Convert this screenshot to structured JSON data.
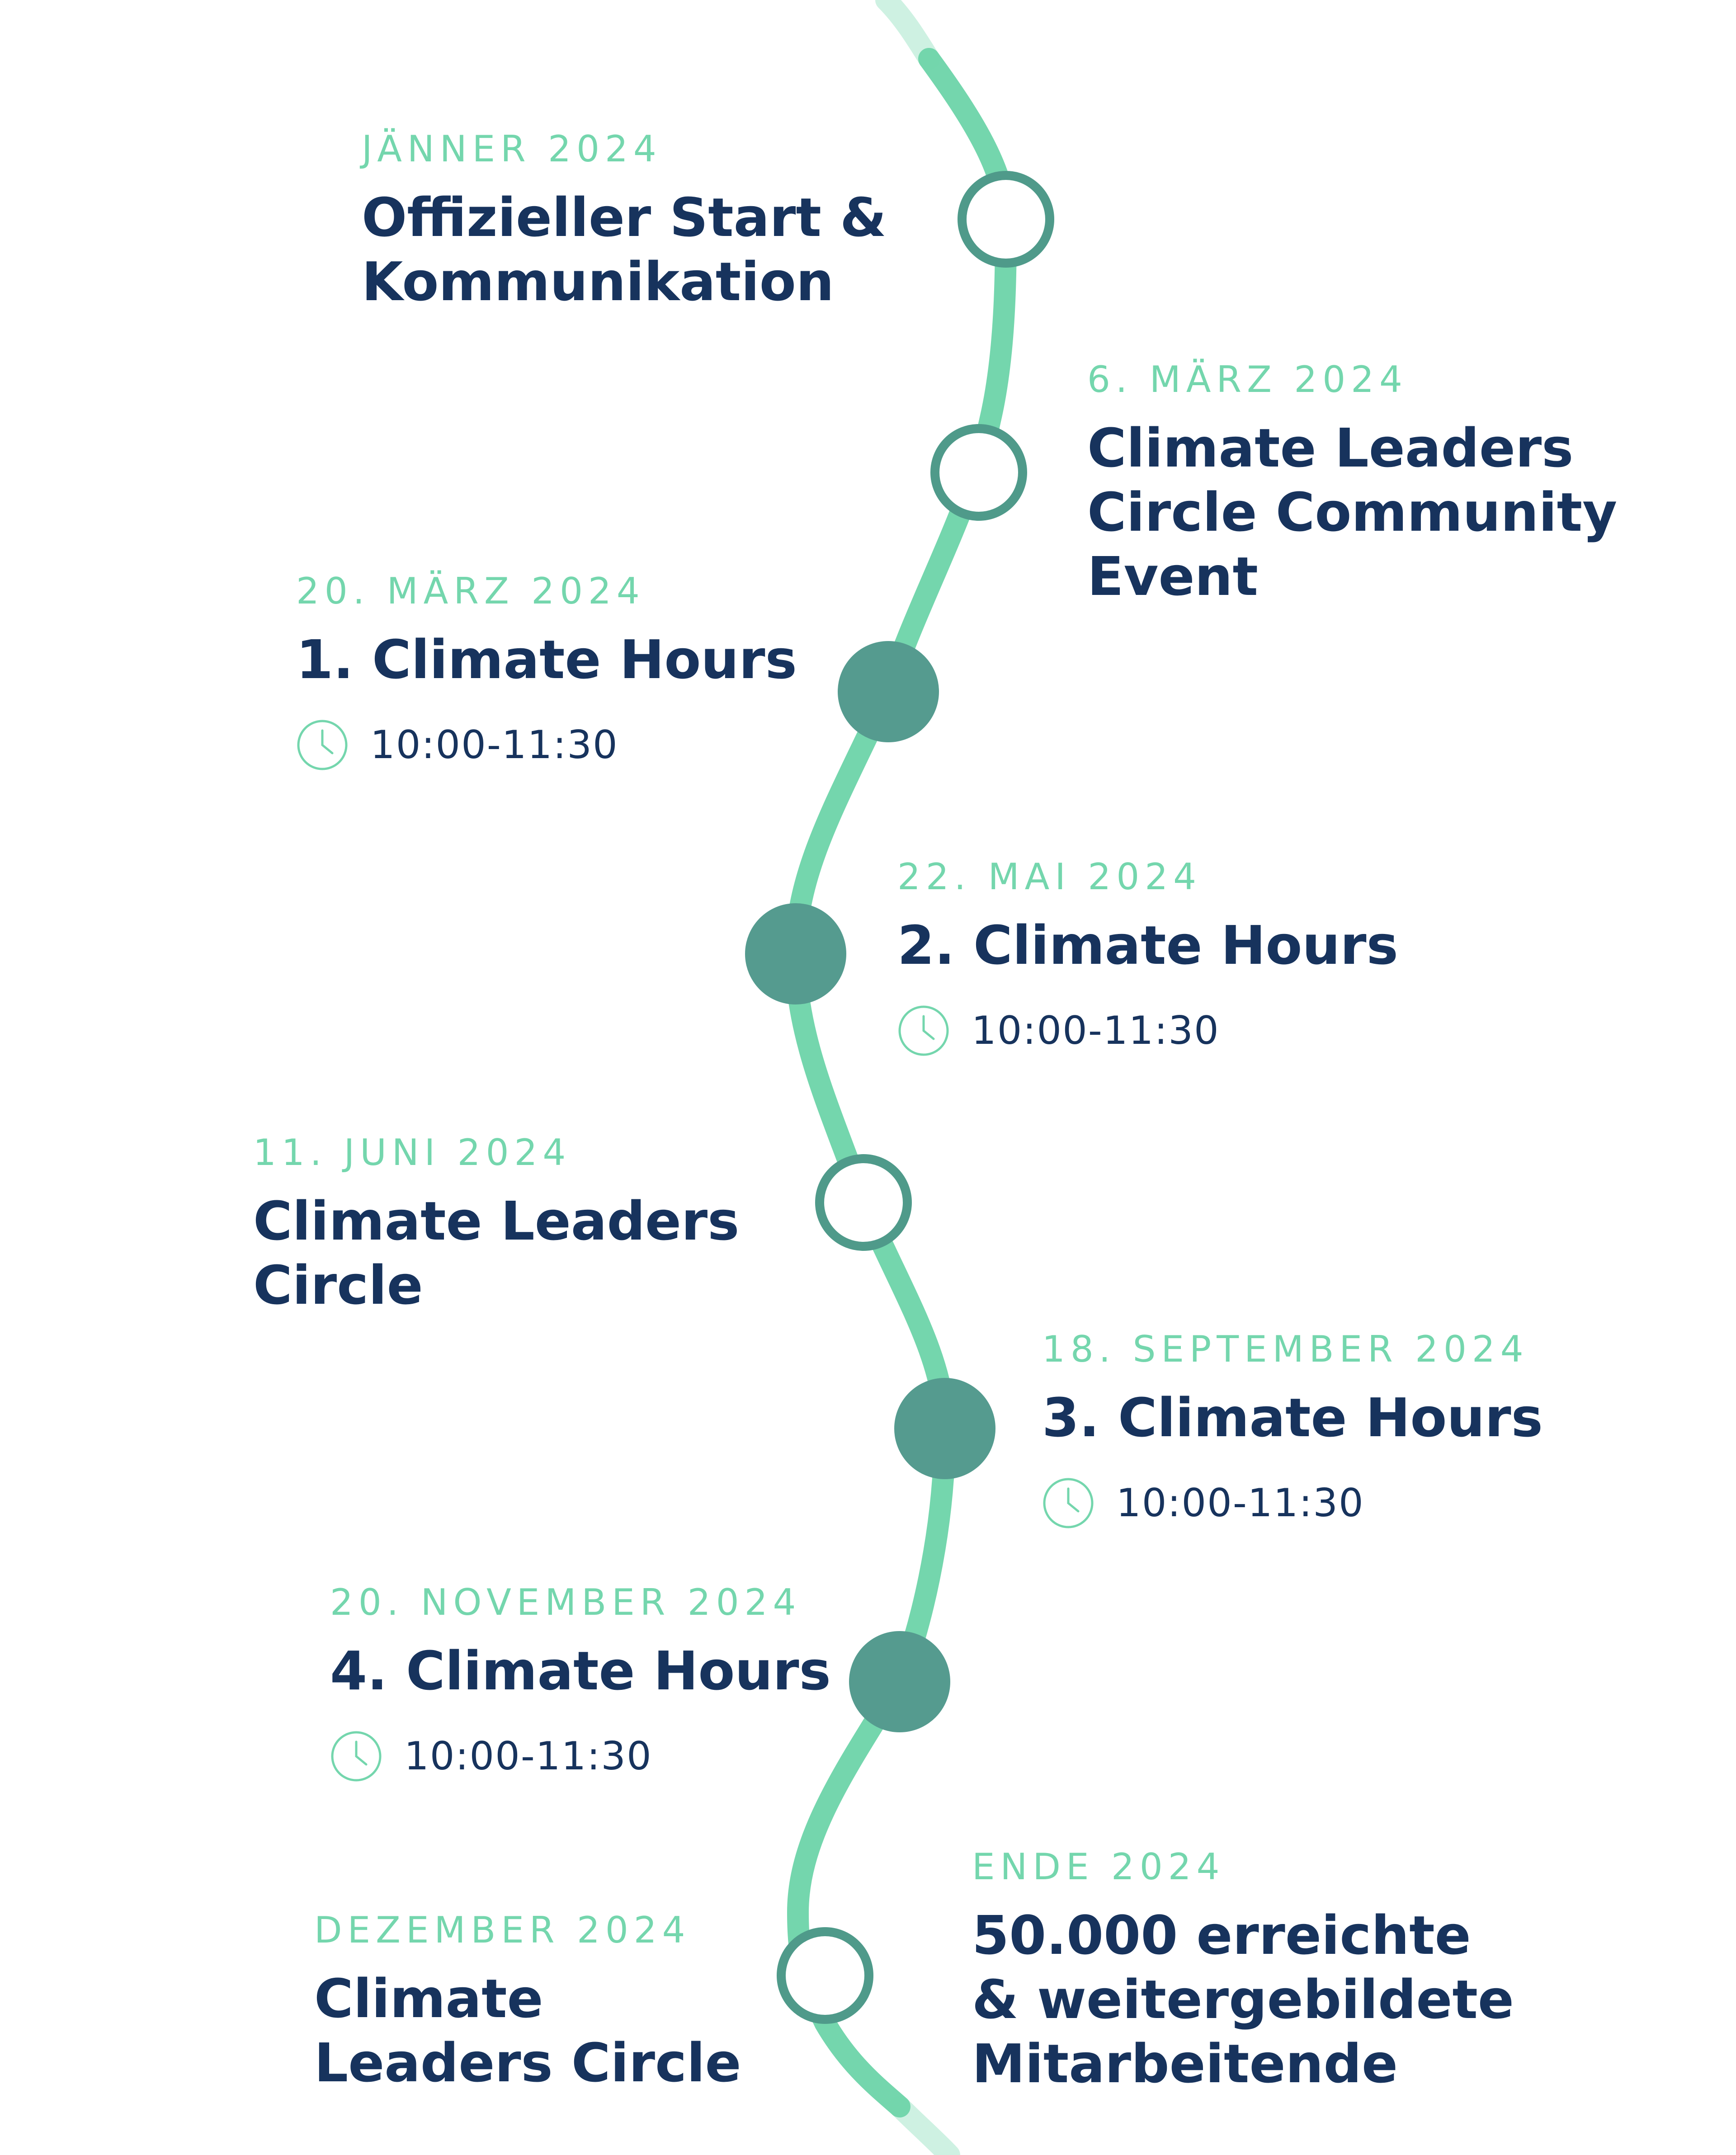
{
  "colors": {
    "line": "#74d6ad",
    "milestone_outline": "#4f9a8a",
    "milestone_fill": "#559b8f",
    "date_text": "#74d6ad",
    "title_text": "#17335d"
  },
  "events": [
    {
      "date": "JÄNNER 2024",
      "title": [
        "Offizieller Start &",
        "Kommunikation"
      ],
      "time": "",
      "marker": "open"
    },
    {
      "date": "6. MÄRZ 2024",
      "title": [
        "Climate Leaders",
        "Circle Community",
        "Event"
      ],
      "time": "",
      "marker": "open"
    },
    {
      "date": "20. MÄRZ 2024",
      "title": [
        "1. Climate Hours"
      ],
      "time": "10:00-11:30",
      "marker": "filled"
    },
    {
      "date": "22. MAI 2024",
      "title": [
        "2. Climate Hours"
      ],
      "time": "10:00-11:30",
      "marker": "filled"
    },
    {
      "date": "11. JUNI 2024",
      "title": [
        "Climate Leaders",
        "Circle"
      ],
      "time": "",
      "marker": "open"
    },
    {
      "date": "18. SEPTEMBER 2024",
      "title": [
        "3. Climate Hours"
      ],
      "time": "10:00-11:30",
      "marker": "filled"
    },
    {
      "date": "20. NOVEMBER 2024",
      "title": [
        "4. Climate Hours"
      ],
      "time": "10:00-11:30",
      "marker": "filled"
    },
    {
      "date": "DEZEMBER 2024",
      "title": [
        "Climate",
        "Leaders Circle"
      ],
      "time": "",
      "marker": "open"
    },
    {
      "date": "ENDE 2024",
      "title": [
        "50.000 erreichte",
        "& weitergebildete",
        "Mitarbeitende"
      ],
      "time": "",
      "marker": "none"
    }
  ]
}
